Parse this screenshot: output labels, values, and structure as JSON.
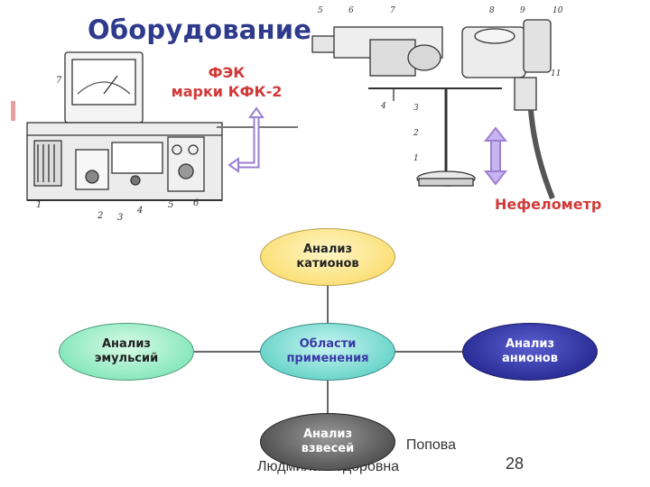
{
  "slide": {
    "title": "Оборудование",
    "fek_label": "ФЭК\nмарки КФК-2",
    "nephelometer_label": "Нефелометр",
    "diagram": {
      "center": "Области\nприменения",
      "top": "Анализ\nкатионов",
      "left": "Анализ\nэмульсий",
      "right": "Анализ\nанионов",
      "bottom": "Анализ\nвзвесей"
    },
    "footer": {
      "author_line1": "Попова",
      "author_line2": "Людмила Федоровна",
      "page_number": "28"
    },
    "colors": {
      "title": "#2e3a8c",
      "labels": "#d23a3a",
      "arrow": "#9b7fd1"
    },
    "device_left_numbers": [
      "7",
      "1",
      "2",
      "3",
      "4",
      "5",
      "6"
    ],
    "device_right_numbers": [
      "5",
      "6",
      "7",
      "8",
      "9",
      "10",
      "11",
      "4",
      "3",
      "2",
      "1"
    ]
  }
}
